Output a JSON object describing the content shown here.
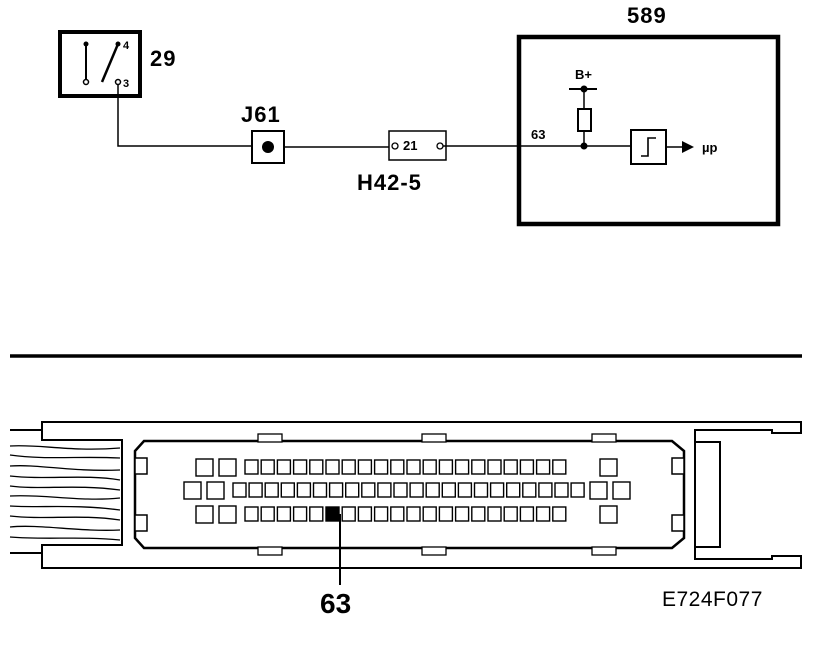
{
  "schematic": {
    "switch_label": "29",
    "switch_pin_top": "4",
    "switch_pin_bottom": "3",
    "junction_label": "J61",
    "connector_label": "H42-5",
    "connector_pins": "21",
    "ecu_label": "589",
    "ecu_pin": "63",
    "supply_label": "B+",
    "output_label": "µp"
  },
  "connector_view": {
    "highlighted_pin_label": "63",
    "figure_code": "E724F077"
  }
}
